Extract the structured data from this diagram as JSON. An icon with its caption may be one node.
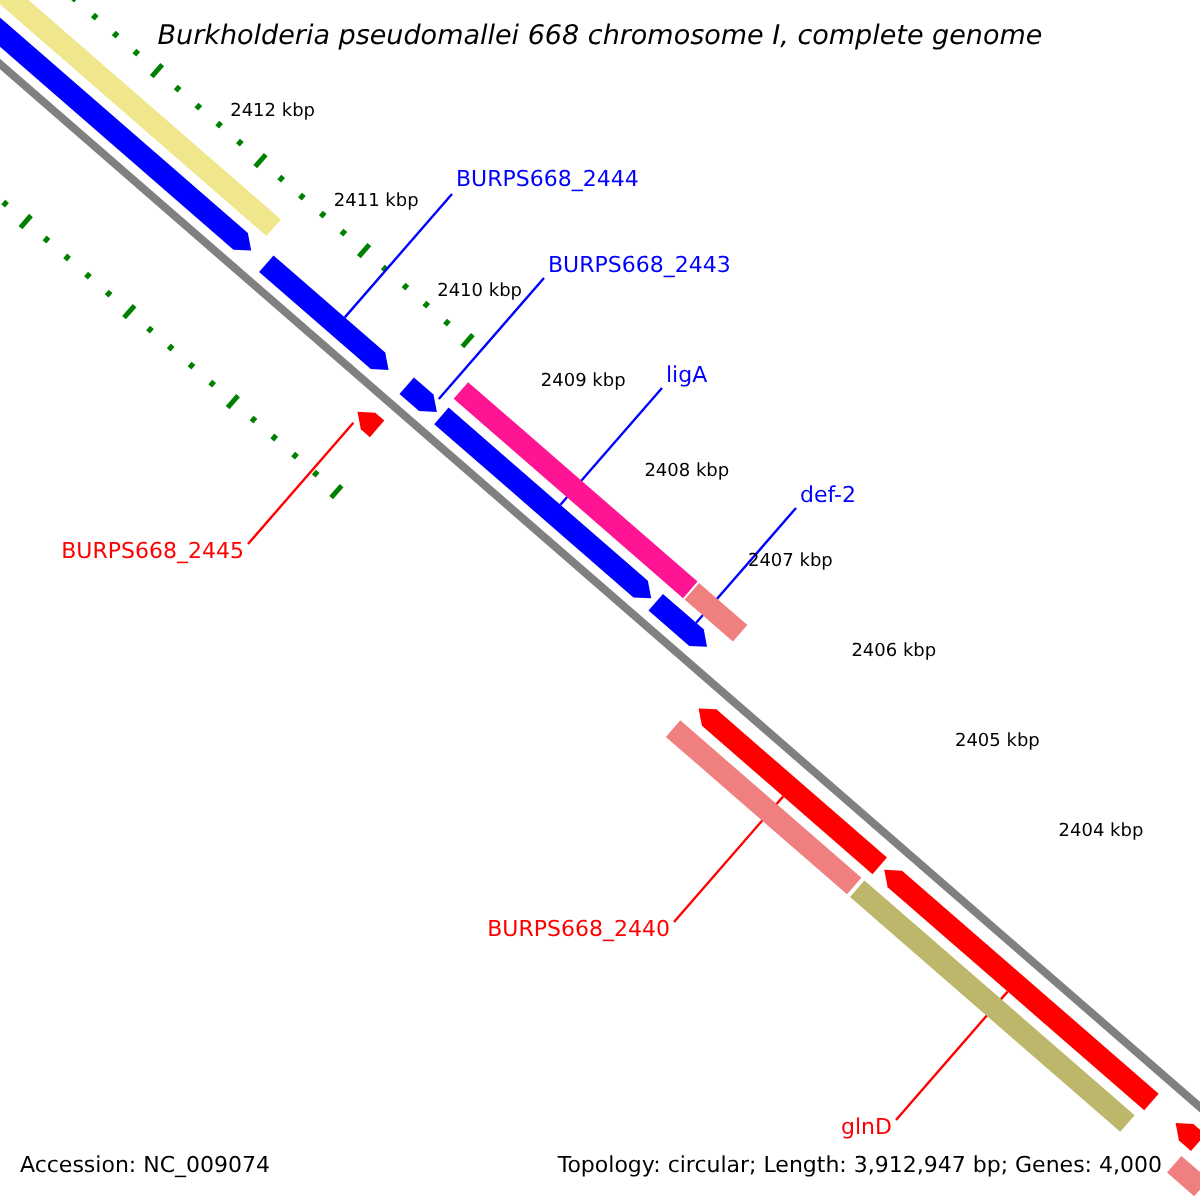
{
  "diagram": {
    "title": "Burkholderia pseudomallei 668 chromosome I, complete genome",
    "nodes": [
      {
        "text": [
          "BURPS668_2444"
        ]
      },
      {
        "text": [
          "BURPS668_2443"
        ]
      },
      {
        "text": [
          "ligA"
        ]
      },
      {
        "text": [
          "def-2"
        ]
      },
      {
        "text": [
          "BURPS668_2445"
        ]
      },
      {
        "text": [
          "BURPS668_2440"
        ]
      },
      {
        "text": [
          "glnD"
        ]
      },
      {
        "text": [],
        "shape": "bar"
      },
      {
        "text": [],
        "shape": "arrow"
      },
      {
        "text": [],
        "shape": "arrow"
      },
      {
        "text": [],
        "shape": "arrow"
      },
      {
        "text": [],
        "shape": "arrow"
      },
      {
        "text": [],
        "shape": "bar"
      },
      {
        "text": [],
        "shape": "arrow"
      },
      {
        "text": [],
        "shape": "arrow"
      },
      {
        "text": [],
        "shape": "bar"
      },
      {
        "text": [],
        "shape": "bar"
      },
      {
        "text": [],
        "shape": "arrow"
      },
      {
        "text": [],
        "shape": "bar"
      },
      {
        "text": [],
        "shape": "arrow"
      },
      {
        "text": [],
        "shape": "arrow"
      },
      {
        "text": [],
        "shape": "bar"
      }
    ],
    "edges": [
      {
        "from": 0,
        "to": 9,
        "arrow": "none"
      },
      {
        "from": 1,
        "to": 11,
        "arrow": "none"
      },
      {
        "from": 2,
        "to": 13,
        "arrow": "none"
      },
      {
        "from": 3,
        "to": 14,
        "arrow": "none"
      },
      {
        "from": 4,
        "to": 10,
        "arrow": "none",
        "color": "#ff0000"
      },
      {
        "from": 5,
        "to": 17,
        "arrow": "none",
        "color": "#ff0000"
      },
      {
        "from": 6,
        "to": 19,
        "arrow": "none",
        "color": "#ff0000"
      }
    ],
    "labels": [
      "2412 kbp",
      "2411 kbp",
      "2410 kbp",
      "2409 kbp",
      "2408 kbp",
      "2407 kbp",
      "2406 kbp",
      "2405 kbp",
      "2404 kbp",
      "Accession: NC_009074",
      "Topology: circular; Length: 3,912,947 bp; Genes: 4,000"
    ]
  }
}
